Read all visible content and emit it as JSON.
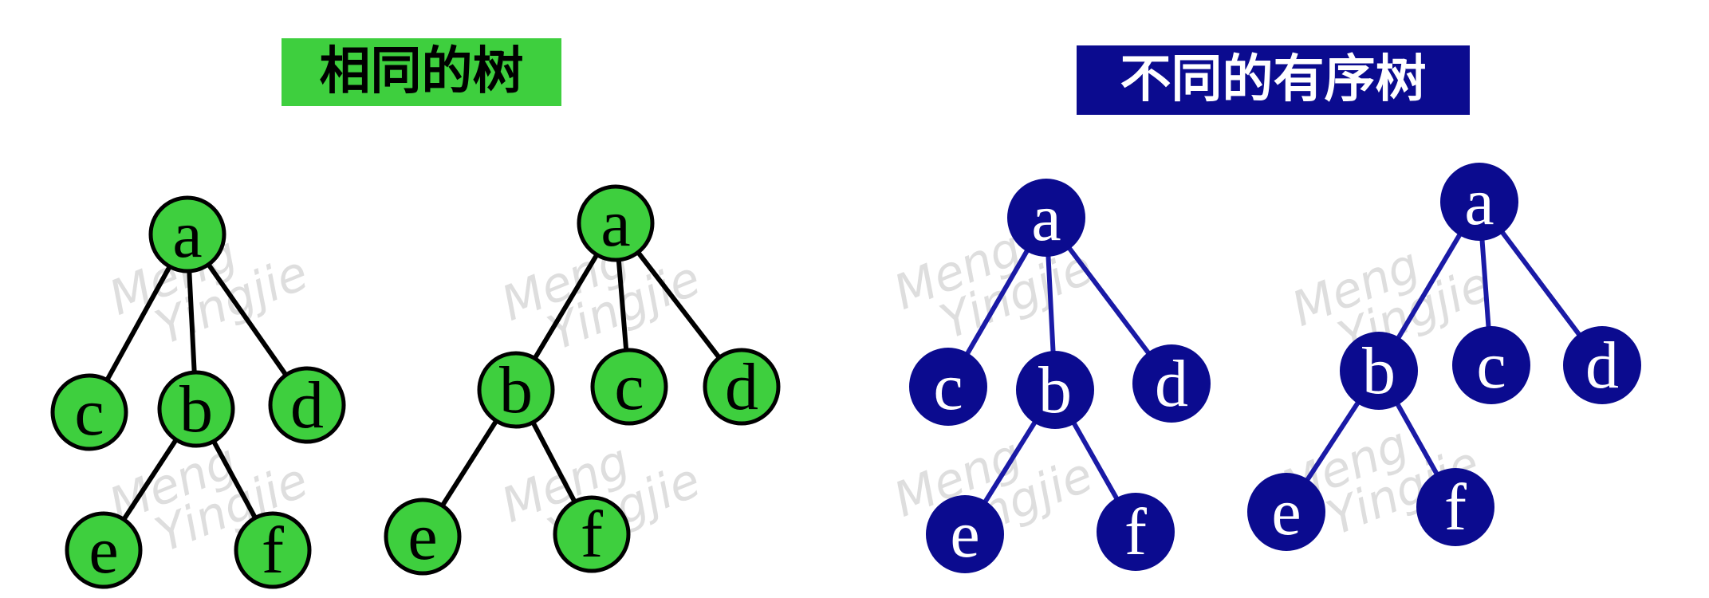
{
  "titles": {
    "same": "相同的树",
    "ordered": "不同的有序树"
  },
  "watermark": {
    "line1": "Meng",
    "line2": "Yingjie"
  },
  "colors": {
    "same_fill": "#3ecf3e",
    "same_stroke": "#000000",
    "ordered_fill": "#0b0b8f",
    "ordered_edge": "#1a1aa6",
    "ordered_text": "#ffffff"
  },
  "trees": [
    {
      "nodes": [
        "a",
        "c",
        "b",
        "d",
        "e",
        "f"
      ]
    },
    {
      "nodes": [
        "a",
        "b",
        "c",
        "d",
        "e",
        "f"
      ]
    },
    {
      "nodes": [
        "a",
        "c",
        "b",
        "d",
        "e",
        "f"
      ]
    },
    {
      "nodes": [
        "a",
        "b",
        "c",
        "d",
        "e",
        "f"
      ]
    }
  ]
}
